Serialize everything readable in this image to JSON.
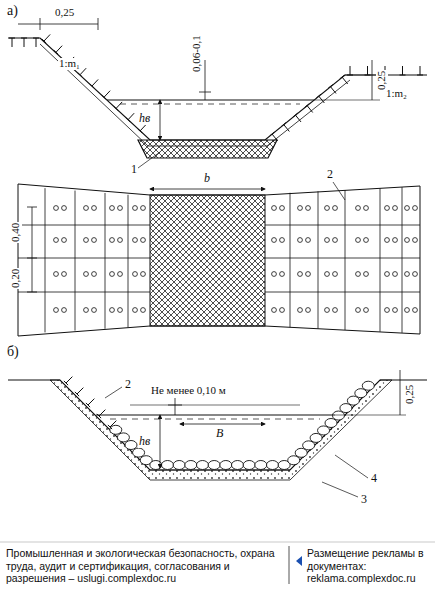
{
  "diagram": {
    "labels": [
      "а)",
      "0,25",
      "1:m₁",
      "0,06-0,1",
      "0,25",
      "1:m₂",
      "hв",
      "1",
      "0,40",
      "0,20",
      "b",
      "2",
      "б)",
      "2",
      "Не менее 0,10 м",
      "B",
      "0,25",
      "hв",
      "4",
      "3",
      "Промышленная и экологическая безопасность, охрана труда, аудит и сертификация, согласования и разрешения – uslugi.complexdoc.ru",
      "Размещение рекламы в документах: reklama.complexdoc.ru"
    ]
  }
}
